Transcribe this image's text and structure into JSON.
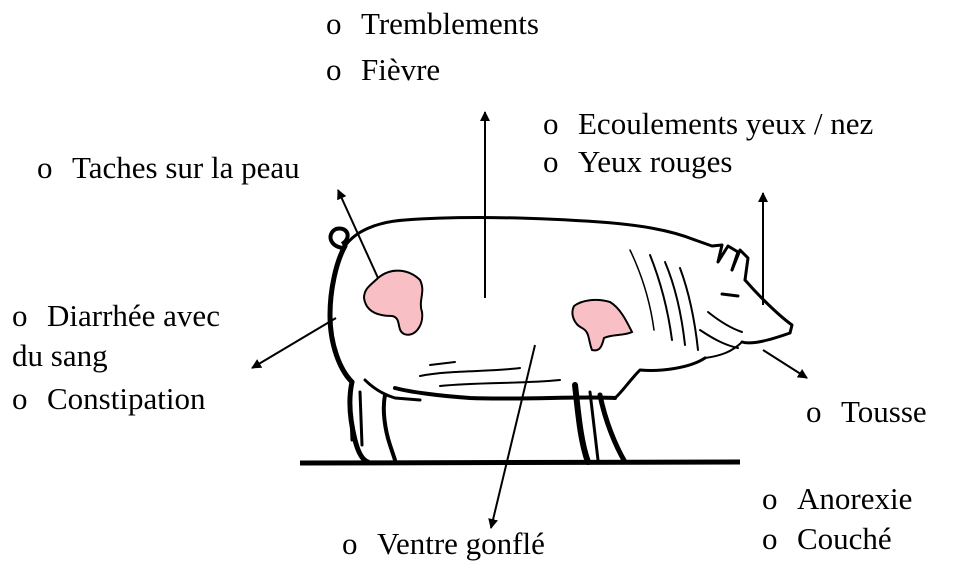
{
  "diagram": {
    "bullet": "o",
    "labels": {
      "tremblements": "Tremblements",
      "fievre": "Fièvre",
      "ecoulements": "Ecoulements yeux / nez",
      "yeux_rouges": "Yeux rouges",
      "taches": "Taches sur la peau",
      "diarrhee_line1": "Diarrhée avec",
      "diarrhee_line2": "du sang",
      "constipation": "Constipation",
      "tousse": "Tousse",
      "anorexie": "Anorexie",
      "couche": "Couché",
      "ventre": "Ventre gonflé"
    },
    "colors": {
      "ink": "#000000",
      "patch_fill": "#f8c0c4"
    }
  }
}
